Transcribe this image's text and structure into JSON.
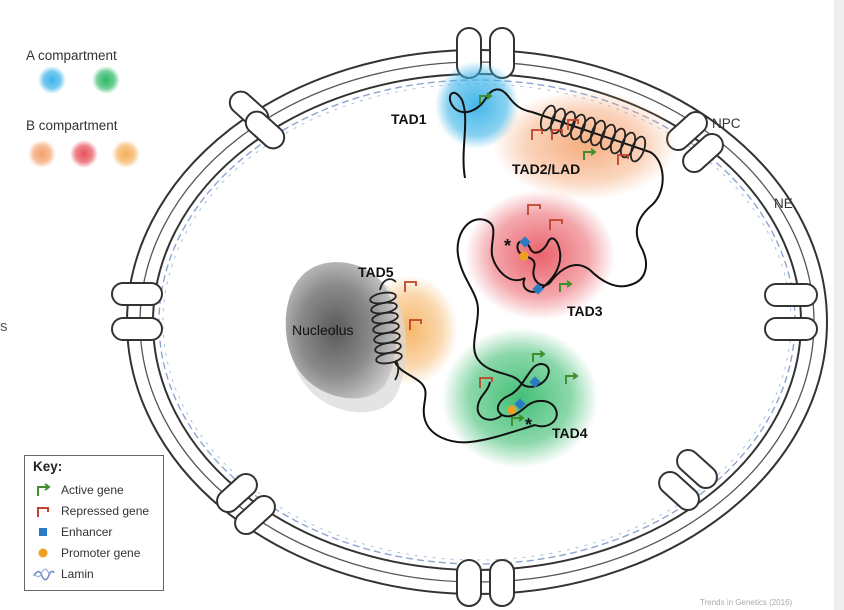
{
  "legend": {
    "a_title": "A compartment",
    "b_title": "B compartment",
    "colors": {
      "a_blue": "#39b3e8",
      "a_green": "#2db866",
      "b_orange": "#f4a06a",
      "b_red": "#e8505a",
      "b_light_orange": "#f5b05a"
    }
  },
  "labels": {
    "tad1": "TAD1",
    "tad2": "TAD2/LAD",
    "tad3": "TAD3",
    "tad4": "TAD4",
    "tad5": "TAD5",
    "npc": "NPC",
    "ne": "NE",
    "nucleolus": "Nucleolus",
    "asterisk": "*"
  },
  "key": {
    "title": "Key:",
    "items": [
      {
        "label": "Active gene",
        "icon": "active-gene-icon",
        "color": "#3f8f2e"
      },
      {
        "label": "Repressed gene",
        "icon": "repressed-gene-icon",
        "color": "#c0432a"
      },
      {
        "label": "Enhancer",
        "icon": "enhancer-icon",
        "color": "#2a7bc4"
      },
      {
        "label": "Promoter gene",
        "icon": "promoter-gene-icon",
        "color": "#f0a020"
      },
      {
        "label": "Lamin",
        "icon": "lamin-icon",
        "color": "#6a8ac0"
      }
    ]
  },
  "stray": "s",
  "credit": "Trends in Genetics (2016)"
}
